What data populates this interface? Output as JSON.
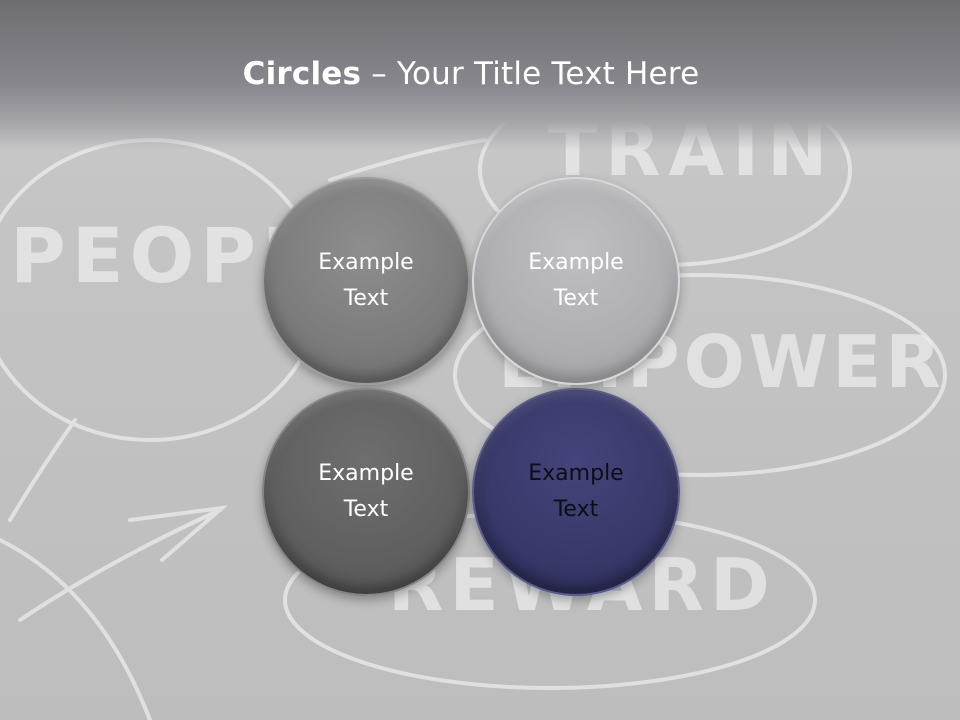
{
  "slide": {
    "title_bold": "Circles",
    "title_rest": " – Your Title Text Here"
  },
  "background_words": [
    "PEOPL",
    "TRAIN",
    "EMPOWER",
    "REWARD"
  ],
  "circles": [
    {
      "text": "Example\nText",
      "color": "#7b7b7b",
      "text_color": "#ffffff"
    },
    {
      "text": "Example\nText",
      "color": "#aeaeb2",
      "text_color": "#ffffff"
    },
    {
      "text": "Example\nText",
      "color": "#5f5f5f",
      "text_color": "#ffffff"
    },
    {
      "text": "Example\nText",
      "color": "#38386a",
      "text_color": "#0d0d14"
    }
  ],
  "colors": {
    "title_band": "#6d6d72",
    "background": "#c3c3c3",
    "chalk": "#efefef"
  }
}
